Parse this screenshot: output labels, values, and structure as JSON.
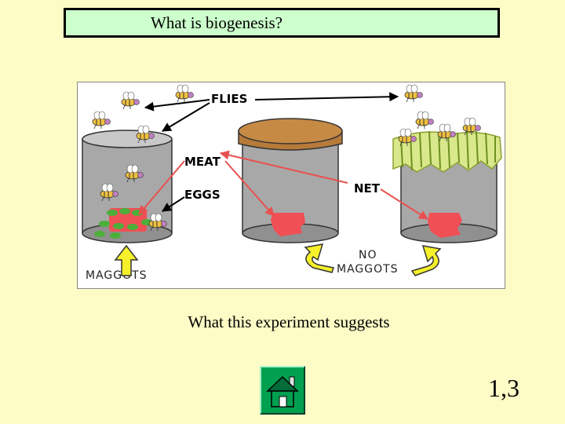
{
  "slide": {
    "title": "What is biogenesis?",
    "question": "What this experiment suggests",
    "answer": "1,3"
  },
  "figure": {
    "labels": {
      "flies": "FLIES",
      "meat": "MEAT",
      "eggs": "EGGS",
      "net": "NET",
      "maggots": "MAGGOTS",
      "no": "NO",
      "no_maggots": "MAGGOTS"
    }
  },
  "colors": {
    "background": "#fdfcc6",
    "title_box": "#ccffcc",
    "home_button": "#00a050",
    "meat": "#f04f55",
    "arrow_red": "#e85050",
    "arrow_yellow": "#f5f02a"
  },
  "home_button": {
    "icon": "home-icon"
  }
}
